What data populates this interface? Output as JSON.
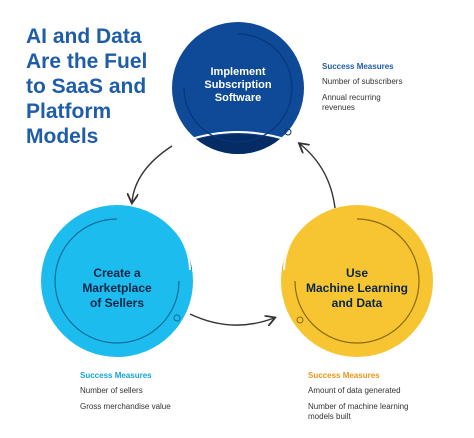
{
  "title_lines": [
    "AI and Data",
    "Are the Fuel",
    "to SaaS and",
    "Platform",
    "Models"
  ],
  "colors": {
    "title": "#1f5da8",
    "blue_circle": "#0f4a98",
    "blue_cap": "#062c66",
    "cyan_circle": "#1cbcee",
    "cyan_accent": "#2f7fd6",
    "yellow_circle": "#f6c531",
    "yellow_accent": "#f2a51a",
    "measure_heading_blue": "#1f5da8",
    "measure_heading_teal": "#13a5d4",
    "measure_heading_orange": "#e8961b"
  },
  "nodes": {
    "top": {
      "lines": [
        "Implement",
        "Subscription",
        "Software"
      ],
      "measures_heading": "Success Measures",
      "measures": [
        "Number of subscribers",
        "Annual recurring\nrevenues"
      ]
    },
    "left": {
      "lines": [
        "Create a",
        "Marketplace",
        "of Sellers"
      ],
      "measures_heading": "Success Measures",
      "measures": [
        "Number of sellers",
        "Gross merchandise value"
      ]
    },
    "right": {
      "lines": [
        "Use",
        "Machine Learning",
        "and Data"
      ],
      "measures_heading": "Success Measures",
      "measures": [
        "Amount of data generated",
        "Number of machine learning\nmodels built"
      ]
    }
  }
}
